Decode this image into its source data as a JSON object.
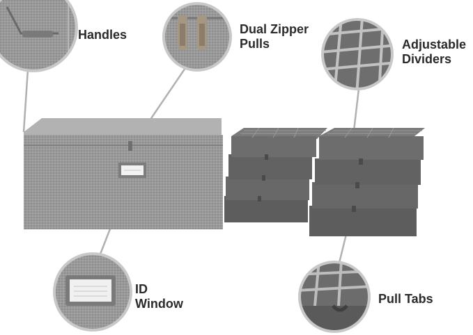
{
  "callouts": {
    "handles": {
      "lines": [
        "Handles"
      ]
    },
    "zipper": {
      "lines": [
        "Dual Zipper",
        "Pulls"
      ]
    },
    "dividers": {
      "lines": [
        "Adjustable",
        "Dividers"
      ]
    },
    "id_window": {
      "lines": [
        "ID",
        "Window"
      ]
    },
    "pull_tabs": {
      "lines": [
        "Pull Tabs"
      ]
    }
  },
  "colors": {
    "fabric": "#8f8f8f",
    "fabric_light": "#a7a7a7",
    "tray": "#6b6b6b",
    "tray_dark": "#4f4f4f",
    "line": "#9a9a9a",
    "text": "#2a2a2a"
  }
}
